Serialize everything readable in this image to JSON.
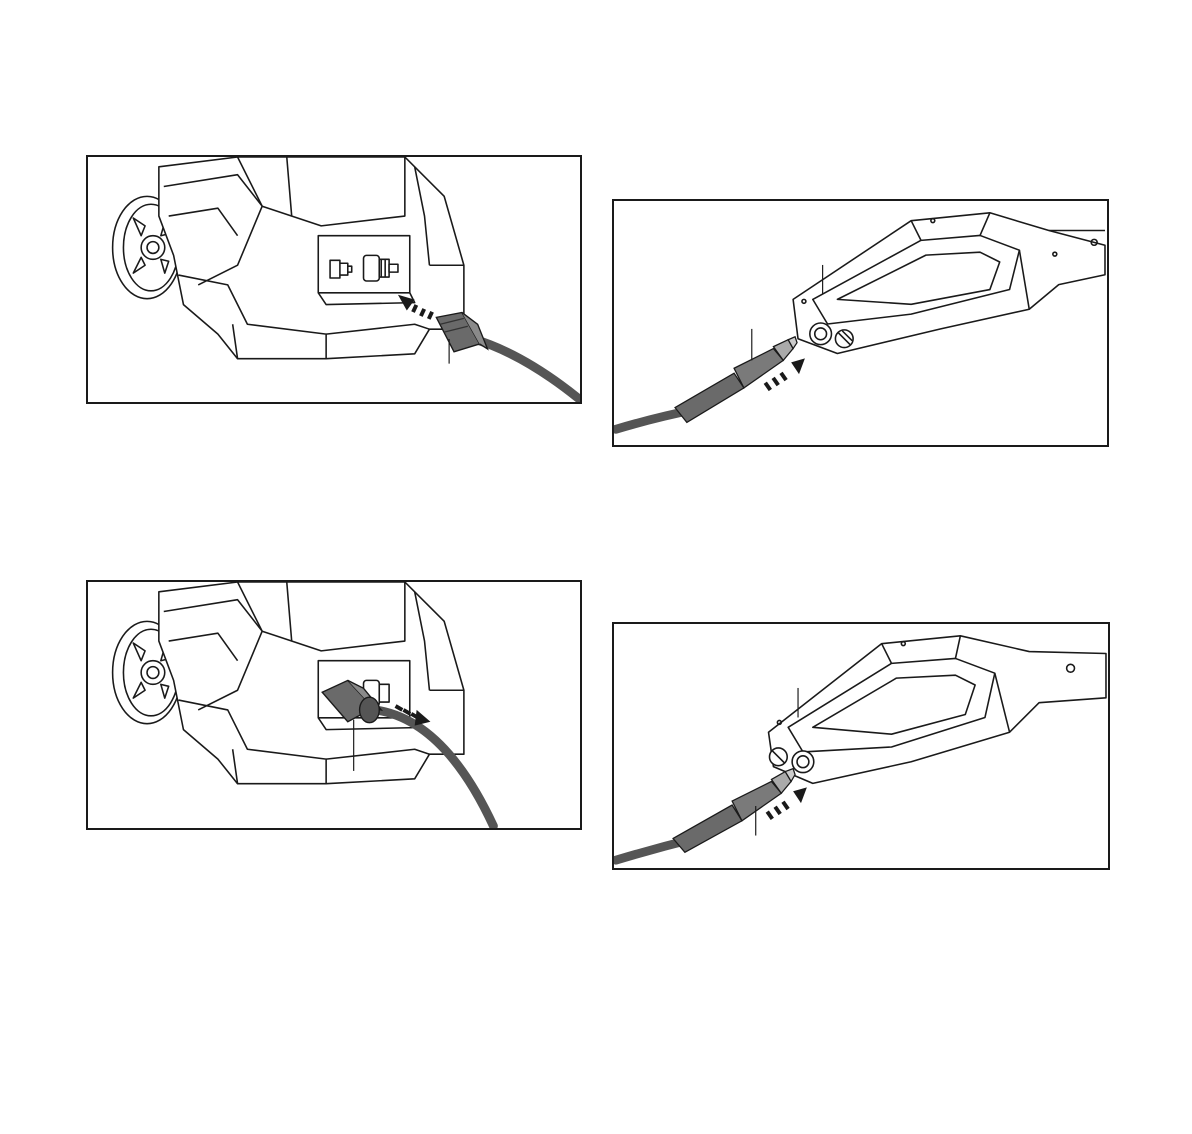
{
  "page": {
    "background": "#ffffff",
    "figures": [
      {
        "id": "fig-tl",
        "depicts": "pressure-washer-outlet-hose-connect",
        "arrow": "in"
      },
      {
        "id": "fig-tr",
        "depicts": "spray-gun-hose-connect",
        "arrow": "in"
      },
      {
        "id": "fig-bl",
        "depicts": "pressure-washer-outlet-hose-connected",
        "arrow": "out"
      },
      {
        "id": "fig-br",
        "depicts": "spray-gun-hose-connect-alt",
        "arrow": "in"
      }
    ]
  },
  "colors": {
    "line": "#1a1a1a",
    "hose": "#555555",
    "fitting": "#6a6a6a",
    "frame": "#1a1a1a"
  },
  "icons": [
    "dashed-arrow-icon",
    "callout-line"
  ]
}
